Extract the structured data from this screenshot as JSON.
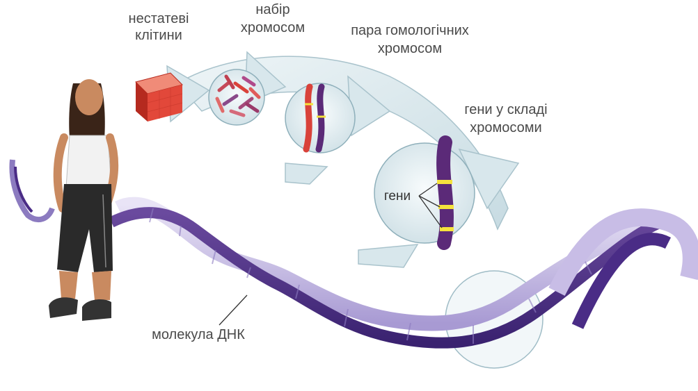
{
  "labels": {
    "somatic_cells": [
      "нестатеві",
      "клітини"
    ],
    "chromosome_set": [
      "набір",
      "хромосом"
    ],
    "homologous_pair": [
      "пара гомологічних",
      "хромосом"
    ],
    "genes_in_chromosome": [
      "гени у складі",
      "хромосоми"
    ],
    "genes": "гени",
    "dna_molecule": "молекула ДНК"
  },
  "colors": {
    "background": "#ffffff",
    "arrow_fill": "#dce9ee",
    "arrow_edge": "#a9c3cc",
    "cell_red": "#e2483a",
    "cell_dark": "#b52a1f",
    "chromosome_purple": "#5b2a78",
    "chromosome_red": "#d9423a",
    "gene_yellow": "#f5e23c",
    "dna_strand": "#b6a8d8",
    "dna_dark": "#4a2c86",
    "text": "#4a4a4a"
  },
  "icons": [
    "woman-figure",
    "cell-block-icon",
    "chromosome-set-icon",
    "homologous-pair-icon",
    "gene-chromosome-icon",
    "dna-helix-icon"
  ]
}
